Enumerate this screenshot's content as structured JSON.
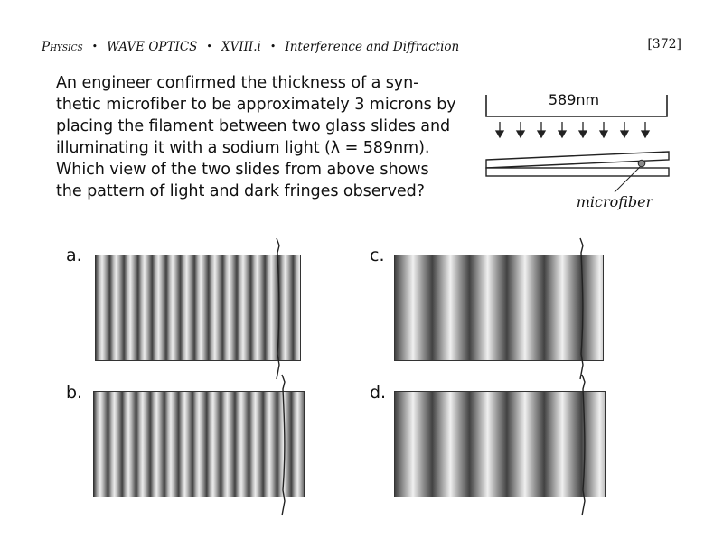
{
  "header": {
    "subject": "Physics",
    "chapter": "WAVE OPTICS",
    "section": "XVIII.i",
    "topic": "Interference and Diffraction",
    "page": "[372]",
    "separator": "•"
  },
  "question": {
    "lines": [
      "An engineer confirmed the thickness of a syn-",
      "thetic microfiber to be approximately 3 microns by",
      "placing the filament between two glass slides and",
      "illuminating it with a sodium light (λ = 589nm).",
      "Which view of the two slides from above shows",
      "the pattern of light and dark fringes observed?"
    ]
  },
  "diagram": {
    "wavelength_label": "589nm",
    "fiber_label": "microfiber"
  },
  "options": {
    "a": "a.",
    "b": "b.",
    "c": "c.",
    "d": "d."
  }
}
